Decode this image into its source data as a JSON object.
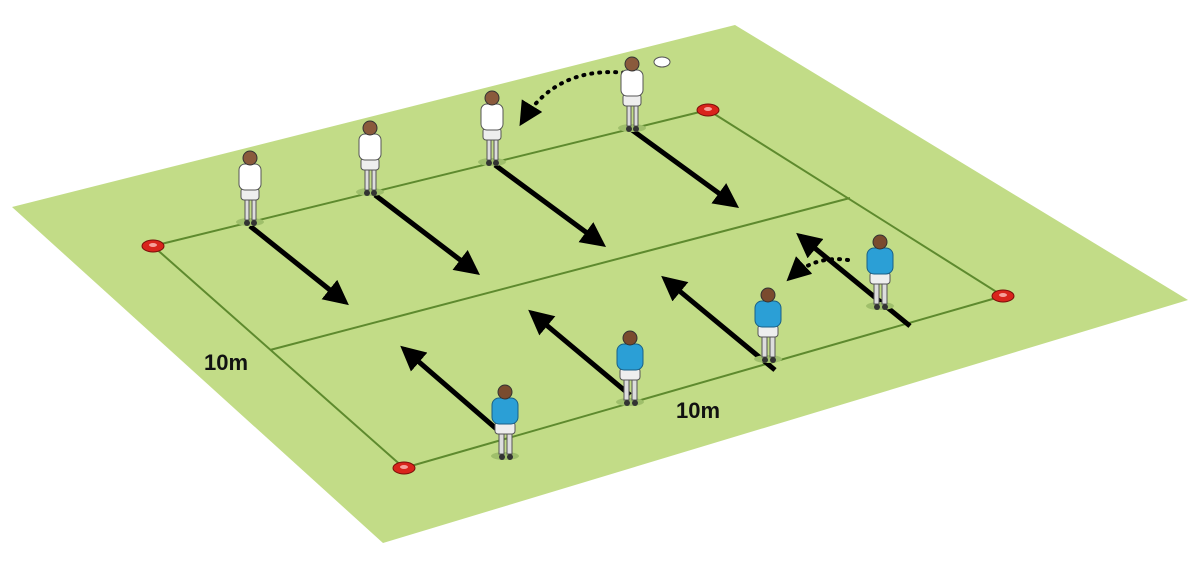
{
  "labels": {
    "width": "10m",
    "length": "10m"
  },
  "colors": {
    "field": "#c2dc87",
    "lines": "#5e8a2e",
    "attack": "#ffffff",
    "defence": "#2b9fd6",
    "cone": "#d9241c",
    "arrow": "#000000"
  },
  "teams": {
    "attack_players": 4,
    "defence_players": 4,
    "cones": 4
  }
}
